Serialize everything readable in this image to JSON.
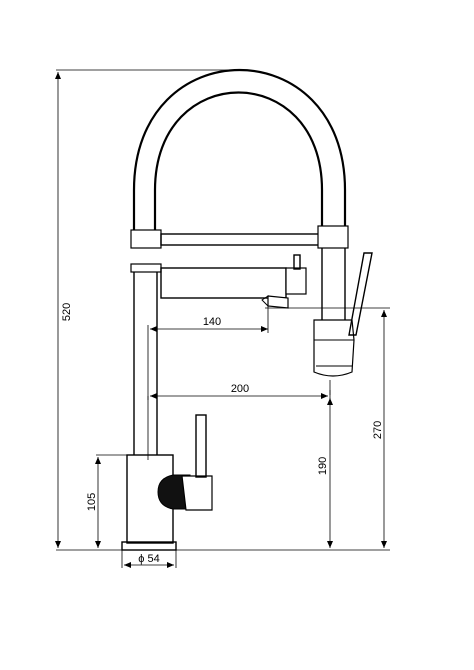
{
  "dimensions": {
    "total_height": "520",
    "reach_spout": "140",
    "reach_handshower": "200",
    "base_height": "105",
    "spray_height": "190",
    "lever_height": "270",
    "base_diameter": "ϕ 54"
  },
  "colors": {
    "line": "#000000",
    "background": "#ffffff"
  }
}
